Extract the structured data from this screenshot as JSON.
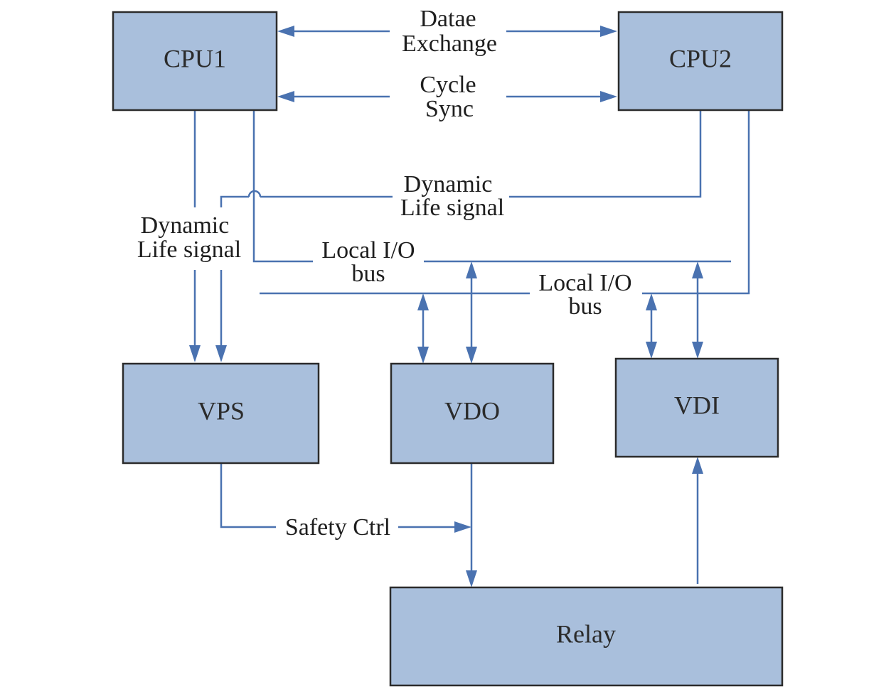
{
  "nodes": {
    "cpu1": "CPU1",
    "cpu2": "CPU2",
    "vps": "VPS",
    "vdo": "VDO",
    "vdi": "VDI",
    "relay": "Relay"
  },
  "labels": {
    "data_exchange_1": "Datae",
    "data_exchange_2": "Exchange",
    "cycle_sync_1": "Cycle",
    "cycle_sync_2": "Sync",
    "dyn_life_top_1": "Dynamic",
    "dyn_life_top_2": "Life signal",
    "dyn_life_left_1": "Dynamic",
    "dyn_life_left_2": "Life signal",
    "local_io_upper_1": "Local I/O",
    "local_io_upper_2": "bus",
    "local_io_lower_1": "Local I/O",
    "local_io_lower_2": "bus",
    "safety_ctrl": "Safety Ctrl"
  },
  "colors": {
    "box_fill": "#a9bfdc",
    "box_stroke": "#2b2b2b",
    "wire": "#4a72b0"
  }
}
